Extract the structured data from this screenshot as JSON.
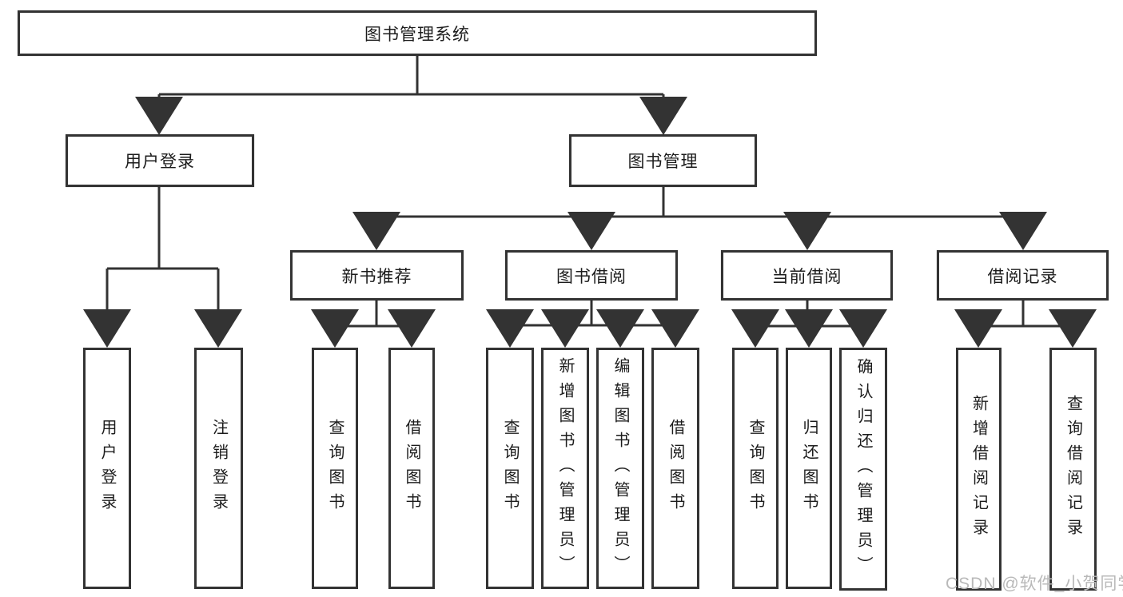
{
  "diagram": {
    "root": {
      "label": "图书管理系统"
    },
    "user_login": {
      "label": "用户登录"
    },
    "book_management": {
      "label": "图书管理"
    },
    "login": {
      "label": "用户登录"
    },
    "logout": {
      "label": "注销登录"
    },
    "new_books": {
      "label": "新书推荐"
    },
    "book_borrow": {
      "label": "图书借阅"
    },
    "current_borrow": {
      "label": "当前借阅"
    },
    "borrow_records": {
      "label": "借阅记录"
    },
    "nb_query": {
      "label": "查询图书"
    },
    "nb_borrow": {
      "label": "借阅图书"
    },
    "bb_query": {
      "label": "查询图书"
    },
    "bb_add": {
      "label": "新增图书（管理员）"
    },
    "bb_edit": {
      "label": "编辑图书（管理员）"
    },
    "bb_borrow": {
      "label": "借阅图书"
    },
    "cb_query": {
      "label": "查询图书"
    },
    "cb_return": {
      "label": "归还图书"
    },
    "cb_confirm": {
      "label": "确认归还（管理员）"
    },
    "br_add": {
      "label": "新增借阅记录"
    },
    "br_query": {
      "label": "查询借阅记录"
    }
  },
  "watermark": {
    "text": "CSDN @软件_小贺同学"
  },
  "colors": {
    "line": "#333333",
    "text": "#1c1c1c",
    "watermark": "#b9b9b9",
    "background": "#ffffff",
    "box_fill": "#ffffff"
  }
}
